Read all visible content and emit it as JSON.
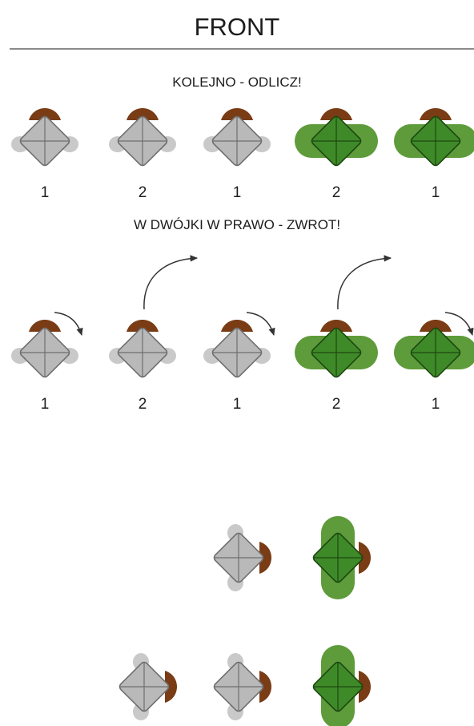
{
  "header": {
    "title": "FRONT"
  },
  "commands": {
    "count_off": "KOLEJNO - ODLICZ!",
    "turn_right_in_pairs": "W DWÓJKI W PRAWO - ZWROT!"
  },
  "rows": [
    {
      "name": "row-count-off",
      "soldiers": [
        {
          "number": "1",
          "uniform": "gray"
        },
        {
          "number": "2",
          "uniform": "gray"
        },
        {
          "number": "1",
          "uniform": "gray"
        },
        {
          "number": "2",
          "uniform": "green"
        },
        {
          "number": "1",
          "uniform": "green"
        }
      ]
    },
    {
      "name": "row-turn",
      "soldiers": [
        {
          "number": "1",
          "uniform": "gray",
          "move": "turn-right"
        },
        {
          "number": "2",
          "uniform": "gray",
          "move": "step-forward-right"
        },
        {
          "number": "1",
          "uniform": "gray",
          "move": "turn-right"
        },
        {
          "number": "2",
          "uniform": "green",
          "move": "step-forward-right"
        },
        {
          "number": "1",
          "uniform": "green",
          "move": "turn-right"
        }
      ]
    }
  ],
  "formation_after_turn": {
    "front_rank": [
      "gray",
      "green"
    ],
    "rear_rank": [
      "gray",
      "gray",
      "green"
    ]
  },
  "colors": {
    "gray_body": "#b9b9b9",
    "gray_shoulders": "#c9c9c9",
    "gray_line": "#6f6f6f",
    "green_body": "#3f8a28",
    "green_shoulders": "#5e9b3a",
    "green_line": "#1d4712",
    "hair": "#7a3c15",
    "arrow": "#333333",
    "rule": "#8a8a8a"
  }
}
